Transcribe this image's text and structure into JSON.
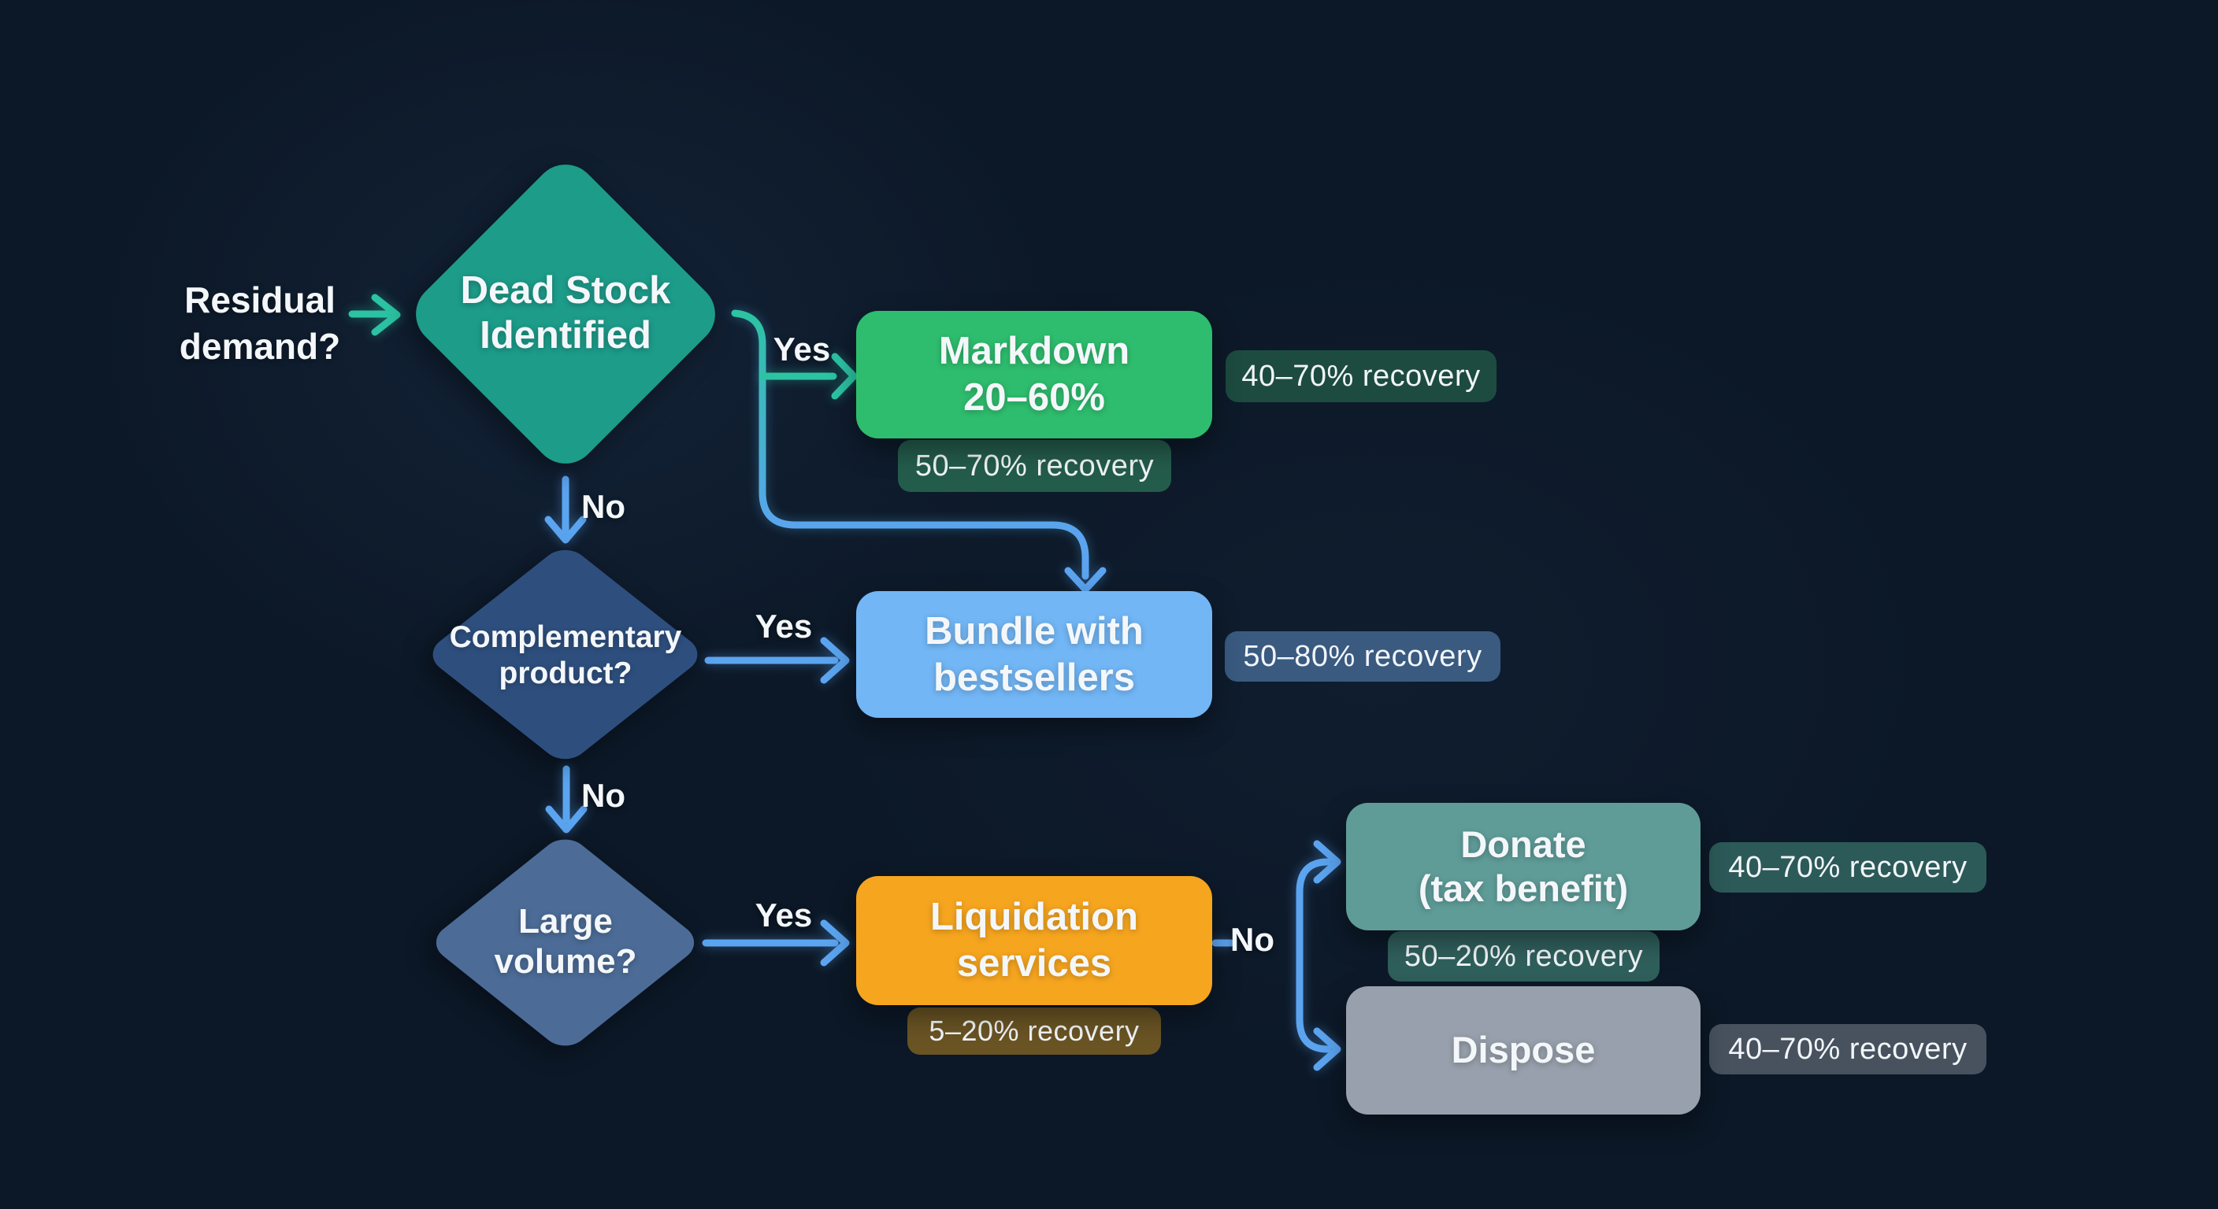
{
  "background": "#0c1827",
  "start": {
    "line1": "Residual",
    "line2": "demand?"
  },
  "decisions": {
    "dead_stock": {
      "line1": "Dead Stock",
      "line2": "Identified",
      "color": "#1d9c8a"
    },
    "complementary": {
      "line1": "Complementary",
      "line2": "product?",
      "color": "#2e4f7e"
    },
    "large_volume": {
      "line1": "Large",
      "line2": "volume?",
      "color": "#4c6c97"
    }
  },
  "outcomes": {
    "markdown": {
      "line1": "Markdown",
      "line2": "20–60%",
      "color": "#2ebd6e"
    },
    "bundle": {
      "line1": "Bundle with",
      "line2": "bestsellers",
      "color": "#72b6f5"
    },
    "liquidation": {
      "line1": "Liquidation",
      "line2": "services",
      "color": "#f6a51f"
    },
    "donate": {
      "line1": "Donate",
      "line2": "(tax benefit)",
      "color": "#5f9c98"
    },
    "dispose": {
      "line1": "Dispose",
      "color": "#97a0ac"
    }
  },
  "badges": {
    "markdown_right": {
      "text": "40–70% recovery",
      "color": "#1d4b40"
    },
    "markdown_below": {
      "text": "50–70% recovery",
      "color": "#245c4c"
    },
    "bundle_right": {
      "text": "50–80% recovery",
      "color": "#3a5a80"
    },
    "liquidation_below": {
      "text": "5–20% recovery",
      "color": "#6a5424"
    },
    "donate_right": {
      "text": "40–70% recovery",
      "color": "#2c5a58"
    },
    "donate_below": {
      "text": "50–20% recovery",
      "color": "#30605c"
    },
    "dispose_right": {
      "text": "40–70% recovery",
      "color": "#48525f"
    }
  },
  "edge_labels": {
    "yes1": "Yes",
    "no1": "No",
    "yes2": "Yes",
    "no2": "No",
    "yes3": "Yes",
    "no3": "No"
  },
  "arrow_colors": {
    "teal": "#2cc3a3",
    "blue": "#5ba4f0"
  }
}
